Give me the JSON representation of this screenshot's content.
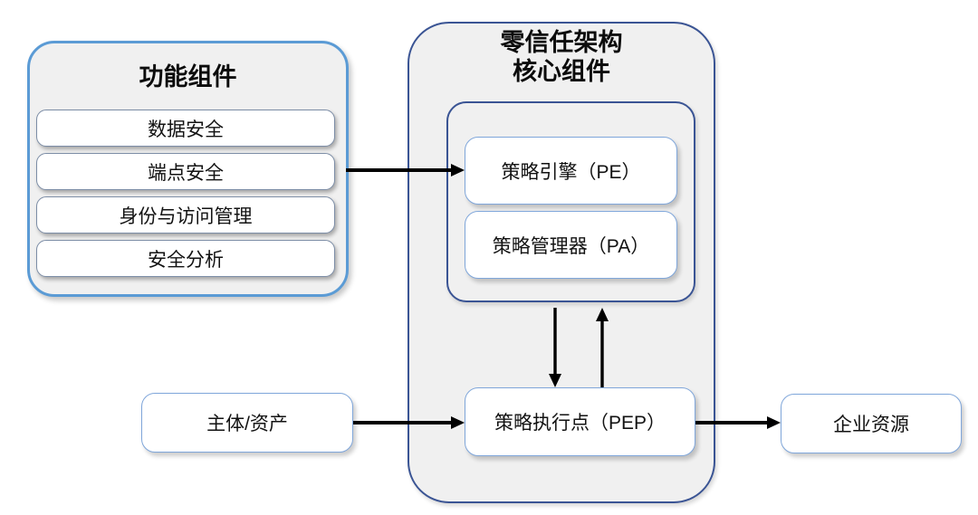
{
  "diagram": {
    "title": "零信任架构核心组件",
    "background_color": "#ffffff",
    "panel_fill": "#f0f0f0",
    "accent_blue": "#5B9BD5",
    "accent_darkblue": "#3A5494",
    "node_border_gray": "#7C8DA6",
    "node_border_blue": "#7FA6DA"
  },
  "left_panel": {
    "title": "功能组件",
    "items": [
      {
        "label": "数据安全"
      },
      {
        "label": "端点安全"
      },
      {
        "label": "身份与访问管理"
      },
      {
        "label": "安全分析"
      }
    ]
  },
  "center_panel": {
    "title": "零信任架构\n核心组件",
    "core_group": {
      "items": [
        {
          "label": "策略引擎（PE）"
        },
        {
          "label": "策略管理器（PA）"
        }
      ]
    },
    "enforcement": {
      "label": "策略执行点（PEP）"
    }
  },
  "outer_nodes": {
    "subject": {
      "label": "主体/资产"
    },
    "resource": {
      "label": "企业资源"
    }
  },
  "connections": [
    {
      "name": "functional-to-pe",
      "from": "功能组件",
      "to": "策略引擎（PE）",
      "direction": "right"
    },
    {
      "name": "pa-to-pep",
      "from": "核心组件组",
      "to": "策略执行点（PEP）",
      "direction": "down"
    },
    {
      "name": "pep-to-pa",
      "from": "策略执行点（PEP）",
      "to": "核心组件组",
      "direction": "up"
    },
    {
      "name": "subject-to-pep",
      "from": "主体/资产",
      "to": "策略执行点（PEP）",
      "direction": "right"
    },
    {
      "name": "pep-to-resource",
      "from": "策略执行点（PEP）",
      "to": "企业资源",
      "direction": "right"
    }
  ]
}
